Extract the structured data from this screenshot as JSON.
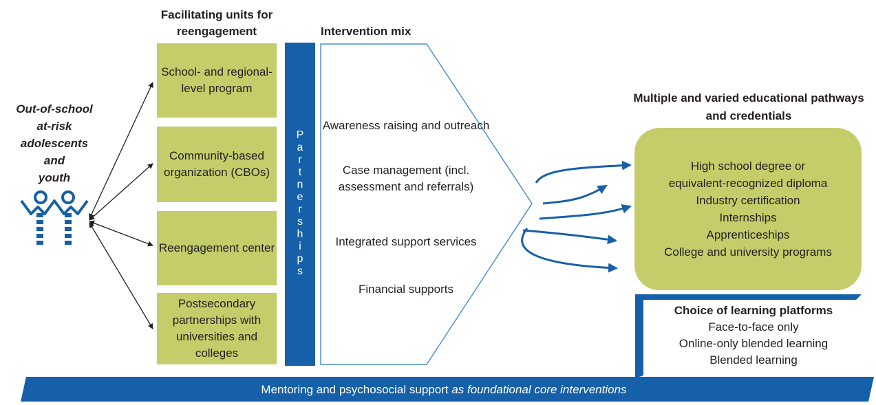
{
  "headings": {
    "facilitating_units": "Facilitating units for reengagement",
    "intervention_mix": "Intervention mix",
    "pathways": "Multiple and varied educational pathways and credentials"
  },
  "target_group": {
    "lines": [
      "Out-of-school",
      "at-risk",
      "adolescents",
      "and",
      "youth"
    ],
    "icon": "people-group-icon"
  },
  "facilitating_units": [
    "School- and regional-level program",
    "Community-based organization (CBOs)",
    "Reengagement center",
    "Postsecondary partnerships with universities and colleges"
  ],
  "partnerships": {
    "letters": [
      "P",
      "a",
      "r",
      "t",
      "n",
      "e",
      "r",
      "s",
      "h",
      "i",
      "p",
      "s"
    ]
  },
  "intervention_mix": [
    "Awareness raising and outreach",
    "Case management (incl. assessment and referrals)",
    "Integrated support services",
    "Financial supports"
  ],
  "pathways": [
    "High school degree or",
    "equivalent-recognized diploma",
    "Industry certification",
    "Internships",
    "Apprenticeships",
    "College and university programs"
  ],
  "learning_platforms": {
    "title": "Choice of learning platforms",
    "items": [
      "Face-to-face only",
      "Online-only blended learning",
      "Blended learning"
    ]
  },
  "foundation": {
    "text": "Mentoring and psychosocial support",
    "italic_text": "as foundational core interventions"
  },
  "colors": {
    "blue": "#1560a8",
    "green": "#c4cd6a",
    "chevron_outline": "#4a90d0",
    "text": "#231f20"
  }
}
